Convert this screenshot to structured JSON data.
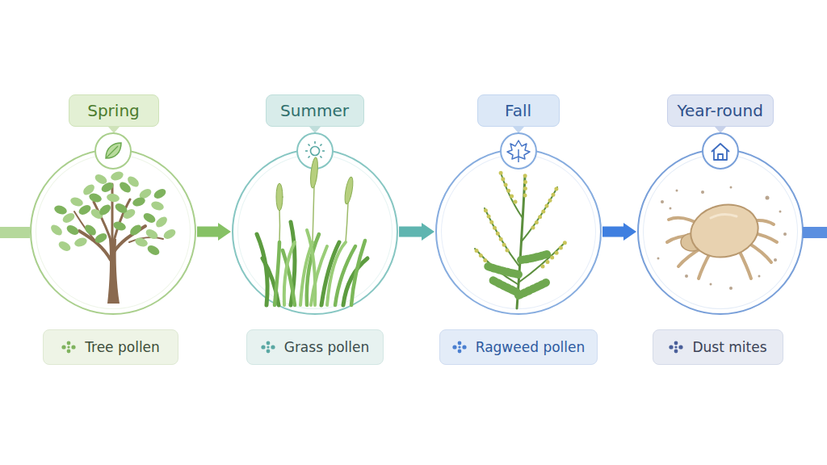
{
  "diagram": {
    "nodes": [
      {
        "text": [
          "Spring",
          "Tree pollen"
        ]
      },
      {
        "text": [
          "Summer",
          "Grass pollen"
        ]
      },
      {
        "text": [
          "Fall",
          "Ragweed pollen"
        ]
      },
      {
        "text": [
          "Year-round",
          "Dust mites"
        ]
      }
    ],
    "edges": [
      {
        "from": 0,
        "to": 1,
        "arrow": "to"
      },
      {
        "from": 1,
        "to": 2,
        "arrow": "to"
      },
      {
        "from": 2,
        "to": 3,
        "arrow": "to"
      }
    ]
  }
}
